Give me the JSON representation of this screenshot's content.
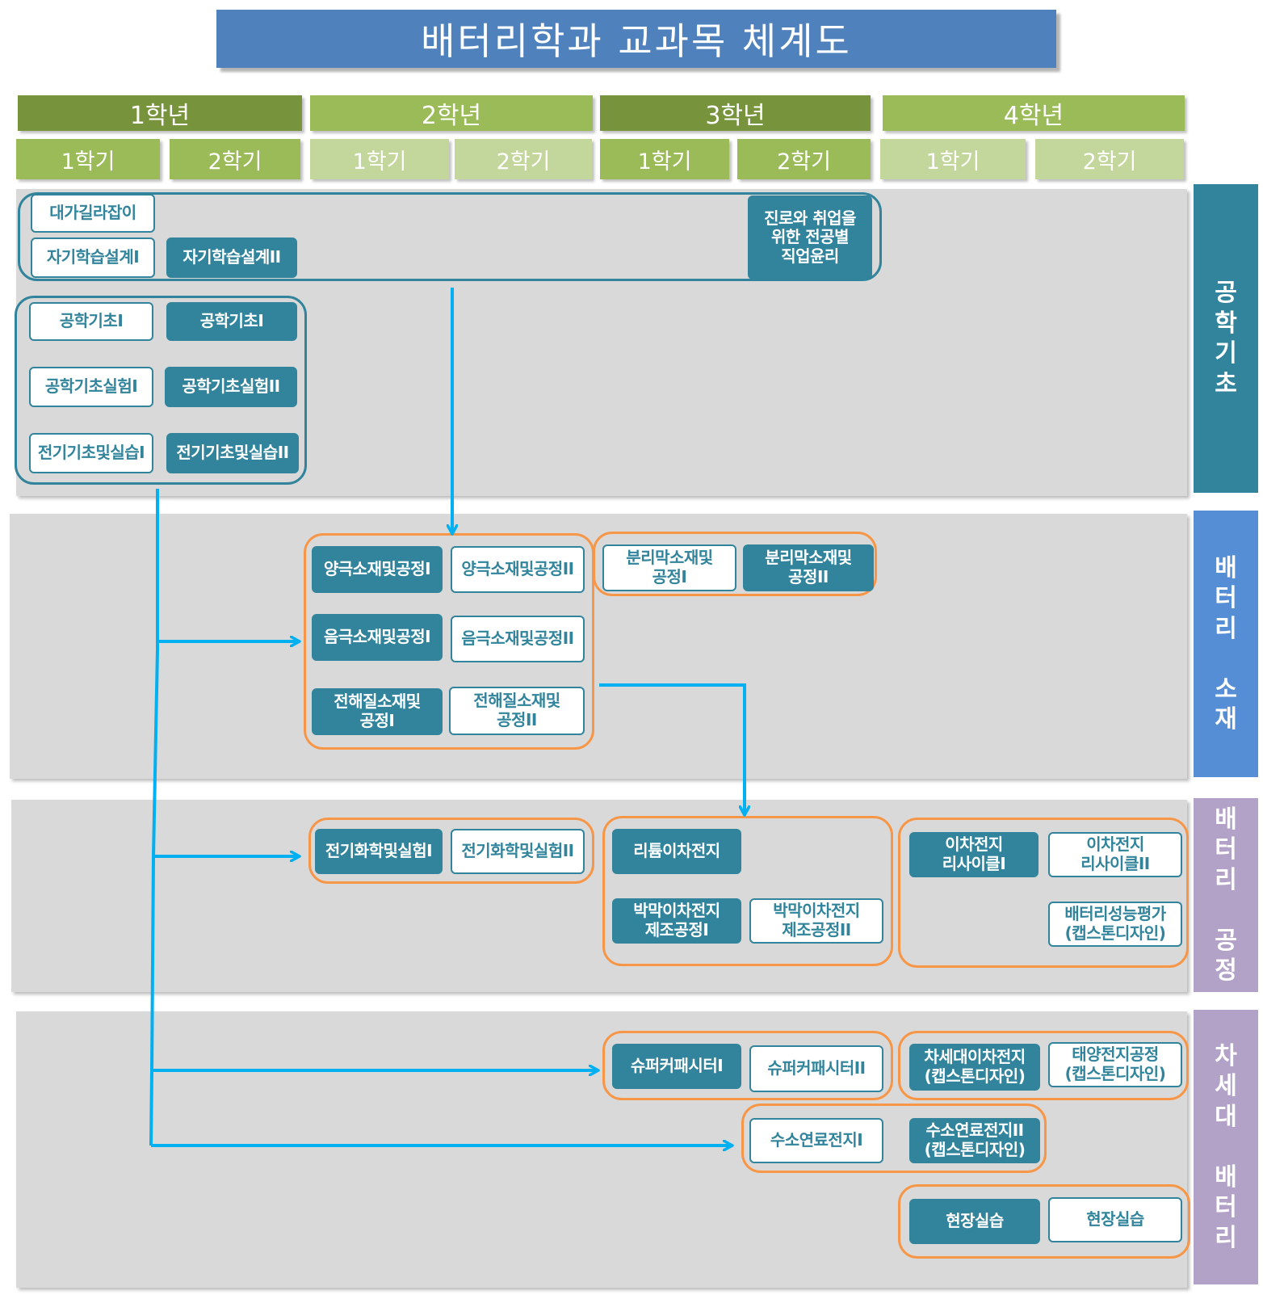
{
  "title": "배터리학과 교과목 체계도",
  "years": [
    "1학년",
    "2학년",
    "3학년",
    "4학년"
  ],
  "semesters": [
    "1학기",
    "2학기",
    "1학기",
    "2학기",
    "1학기",
    "2학기",
    "1학기",
    "2학기"
  ],
  "categories": {
    "foundation": "공\n학\n기\n초",
    "materials": "배\n터\n리\n \n소\n재",
    "process": "배\n터\n리\n \n공\n정",
    "nextgen": "차\n세\n대\n \n배\n터\n리"
  },
  "colors": {
    "year_dark": "#77933c",
    "year_light": "#9bbb59",
    "sem_mid": "#9bbb59",
    "sem_light": "#c3d69b",
    "teal": "#31849b",
    "blue": "#558ed5",
    "purple": "#b3a2c7",
    "orange": "#f79646",
    "arrow": "#00b0f0"
  },
  "courses": {
    "c01": "대가길라잡이",
    "c02": "자기학습설계I",
    "c03": "자기학습설계II",
    "c04": "진로와 취업을\n위한 전공별\n직업윤리",
    "c05": "공학기초I",
    "c06": "공학기초I",
    "c07": "공학기초실험I",
    "c08": "공학기초실험II",
    "c09": "전기기초및실습I",
    "c10": "전기기초및실습II",
    "c11": "양극소재및공정I",
    "c12": "양극소재및공정II",
    "c13": "음극소재및공정I",
    "c14": "음극소재및공정II",
    "c15": "전해질소재및\n공정I",
    "c16": "전해질소재및\n공정II",
    "c17": "분리막소재및\n공정I",
    "c18": "분리막소재및\n공정II",
    "c19": "전기화학및실험I",
    "c20": "전기화학및실험II",
    "c21": "리튬이차전지",
    "c22": "박막이차전지\n제조공정I",
    "c23": "박막이차전지\n제조공정II",
    "c24": "이차전지\n리사이클I",
    "c25": "이차전지\n리사이클II",
    "c26": "배터리성능평가\n(캡스톤디자인)",
    "c27": "슈퍼커패시터I",
    "c28": "슈퍼커패시터II",
    "c29": "차세대이차전지\n(캡스톤디자인)",
    "c30": "태양전지공정\n(캡스톤디자인)",
    "c31": "수소연료전지I",
    "c32": "수소연료전지II\n(캡스톤디자인)",
    "c33": "현장실습",
    "c34": "현장실습"
  }
}
